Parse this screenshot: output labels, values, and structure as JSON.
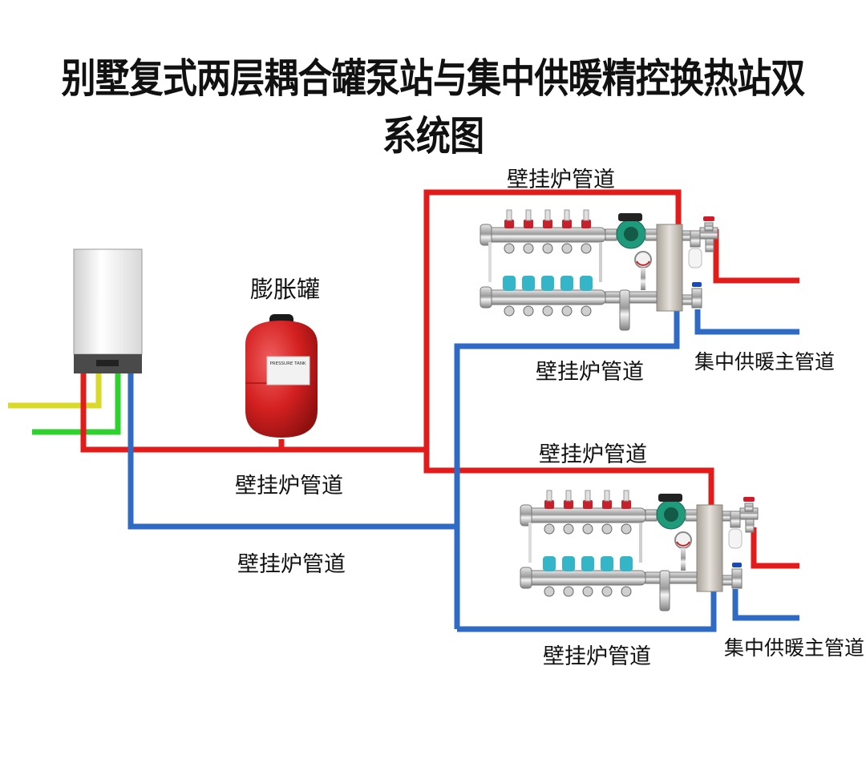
{
  "title": "别墅复式两层耦合罐泵站与集中供暖精控换热站双系统图",
  "colors": {
    "hot_pipe": "#e21b1b",
    "cold_pipe": "#2f6bc4",
    "gas_pipe": "#d9d92a",
    "water_pipe": "#2ed12e",
    "tank": "#d42020",
    "boiler_panel": "#4a4a4a",
    "pump": "#1f9a7a",
    "return_valve": "#35b5c8"
  },
  "labels": {
    "expansion_tank": "膨胀罐",
    "boiler_pipe_top": "壁挂炉管道",
    "boiler_pipe_upper_return": "壁挂炉管道",
    "boiler_pipe_mid_supply": "壁挂炉管道",
    "boiler_pipe_lower_return": "壁挂炉管道",
    "boiler_pipe_main_supply": "壁挂炉管道",
    "boiler_pipe_main_return": "壁挂炉管道",
    "central_heating_main_1": "集中供暖主管道",
    "central_heating_main_2": "集中供暖主管道"
  },
  "tank_nameplate": "PRESSURE TANK",
  "components": {
    "boiler": "wall-hung-boiler",
    "expansion_tank": "expansion-tank",
    "stations": [
      {
        "name": "upper-floor-station",
        "manifold_loops": 5
      },
      {
        "name": "lower-floor-station",
        "manifold_loops": 5
      }
    ]
  }
}
